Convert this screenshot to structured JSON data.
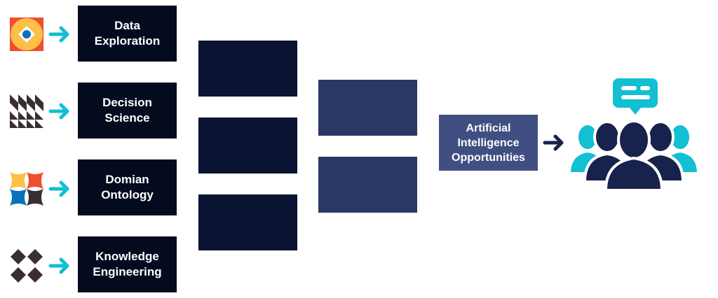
{
  "inputs": [
    {
      "label": "Data\nExploration",
      "icon": "target-diamond-icon"
    },
    {
      "label": "Decision\nScience",
      "icon": "triangle-grid-icon"
    },
    {
      "label": "Domian\nOntology",
      "icon": "four-star-tiles-icon"
    },
    {
      "label": "Knowledge\nEngineering",
      "icon": "diamond-cluster-icon"
    }
  ],
  "output": {
    "label": "Artificial\nIntelligence\nOpportunities"
  },
  "colors": {
    "cyan": "#12bfd3",
    "navy": "#17224d",
    "orange": "#f04e30",
    "yellow": "#fdbf45",
    "blue": "#0a72bd",
    "dark": "#3a2e33"
  }
}
